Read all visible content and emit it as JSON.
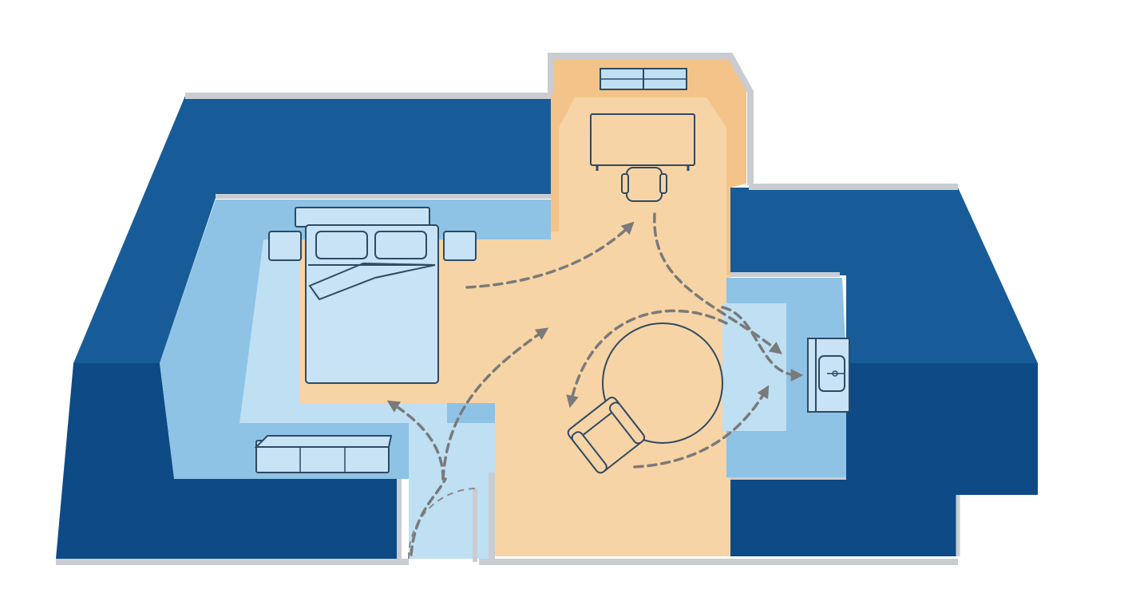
{
  "diagram": {
    "kind": "floor-plan",
    "zones": [
      {
        "name": "sleeping-zone",
        "color": "#8EC3E6"
      },
      {
        "name": "circulation-zone",
        "color": "#F7D4A6"
      },
      {
        "name": "study-nook",
        "color": "#F5C792"
      },
      {
        "name": "vanity-zone",
        "color": "#8EC3E6"
      }
    ],
    "furniture": [
      "bed",
      "pillow",
      "pillow",
      "nightstand",
      "nightstand",
      "bench",
      "desk",
      "desk-chair",
      "round-rug",
      "armchair",
      "sink-vanity",
      "window",
      "door"
    ],
    "flow_paths": 7
  },
  "colors": {
    "wall_dark": "#0E4A86",
    "wall_top": "#175C98",
    "wall_edge": "#C9CDD1",
    "floor_blue": "#8EC3E6",
    "floor_pale": "#BFDFF3",
    "floor_orange": "#F7D4A6",
    "floor_orange_deep": "#F3C389",
    "furniture_fill": "#C7E3F5",
    "furniture_line": "#2F4A63",
    "flow_arrow": "#7A7A7A"
  }
}
